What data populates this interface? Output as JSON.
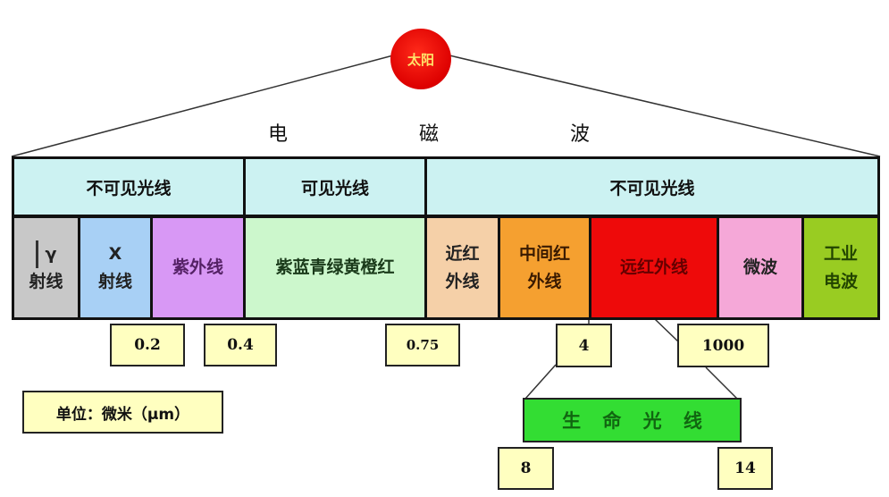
{
  "sun": {
    "label": "太阳",
    "color": "#dd0000"
  },
  "title_chars": [
    "电",
    "磁",
    "波"
  ],
  "header_bands": [
    {
      "label": "不可见光线"
    },
    {
      "label": "可见光线"
    },
    {
      "label": "不可见光线"
    }
  ],
  "bands": [
    {
      "line1": "γ",
      "line2": "射线",
      "color": "#c8c8c8"
    },
    {
      "line1": "X",
      "line2": "射线",
      "color": "#a8d0f5"
    },
    {
      "line1": "紫外线",
      "line2": "",
      "color": "#d898f5"
    },
    {
      "line1": "紫蓝青绿黄橙红",
      "line2": "",
      "color": "#ccf7cc"
    },
    {
      "line1": "近红",
      "line2": "外线",
      "color": "#f5d0a8"
    },
    {
      "line1": "中间红",
      "line2": "外线",
      "color": "#f5a030"
    },
    {
      "line1": "远红外线",
      "line2": "",
      "color": "#ee0a0a"
    },
    {
      "line1": "微波",
      "line2": "",
      "color": "#f5a8d8"
    },
    {
      "line1": "工业",
      "line2": "电波",
      "color": "#99cc22"
    }
  ],
  "boundaries": [
    "0.2",
    "0.4",
    "0.75",
    "4",
    "1000"
  ],
  "unit_label": "单位：微米（μm）",
  "life_rays": {
    "chars": [
      "生",
      "命",
      "光",
      "线"
    ],
    "min": "8",
    "max": "14"
  }
}
